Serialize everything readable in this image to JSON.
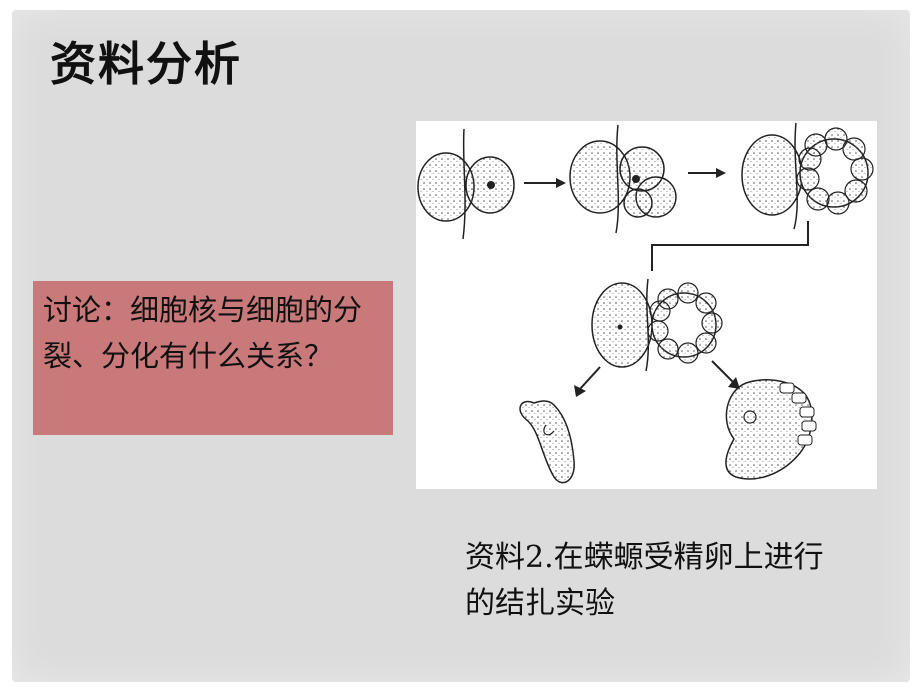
{
  "slide": {
    "title": "资料分析",
    "discussion": "讨论：细胞核与细胞的分裂、分化有什么关系？",
    "caption": "资料2.在蝾螈受精卵上进行的结扎实验"
  },
  "figure": {
    "description_icons": [
      "egg-cell-icon",
      "arrow-right-icon",
      "embryo-icon"
    ]
  },
  "colors": {
    "background": "#dcdcdc",
    "discussion_box": "#c9797a",
    "figure_bg": "#ffffff"
  }
}
